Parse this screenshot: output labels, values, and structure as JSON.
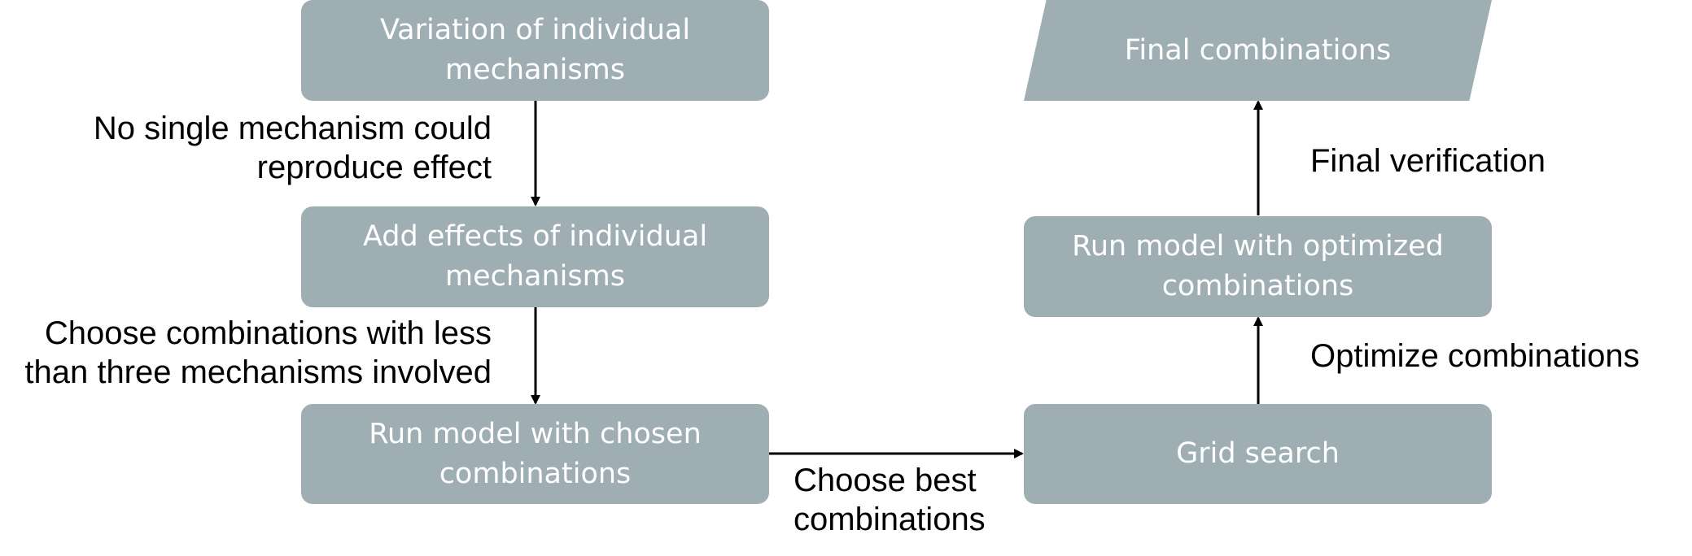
{
  "nodes": {
    "variation": [
      "Variation of individual",
      "mechanisms"
    ],
    "add_effects": [
      "Add effects of individual",
      "mechanisms"
    ],
    "run_chosen": [
      "Run model with chosen",
      "combinations"
    ],
    "grid_search": [
      "Grid search"
    ],
    "run_optimized": [
      "Run model with optimized",
      "combinations"
    ],
    "final_combinations": "Final combinations"
  },
  "edges": {
    "variation_to_add": [
      "No single mechanism could",
      "reproduce effect"
    ],
    "add_to_run_chosen": [
      "Choose combinations with less",
      "than three mechanisms involved"
    ],
    "run_chosen_to_grid": [
      "Choose best",
      "combinations"
    ],
    "grid_to_run_optimized": [
      "Optimize combinations"
    ],
    "run_optimized_to_final": [
      "Final verification"
    ]
  },
  "colors": {
    "node_fill": "#9eaeb3",
    "node_text": "#ffffff",
    "edge": "#000000"
  }
}
